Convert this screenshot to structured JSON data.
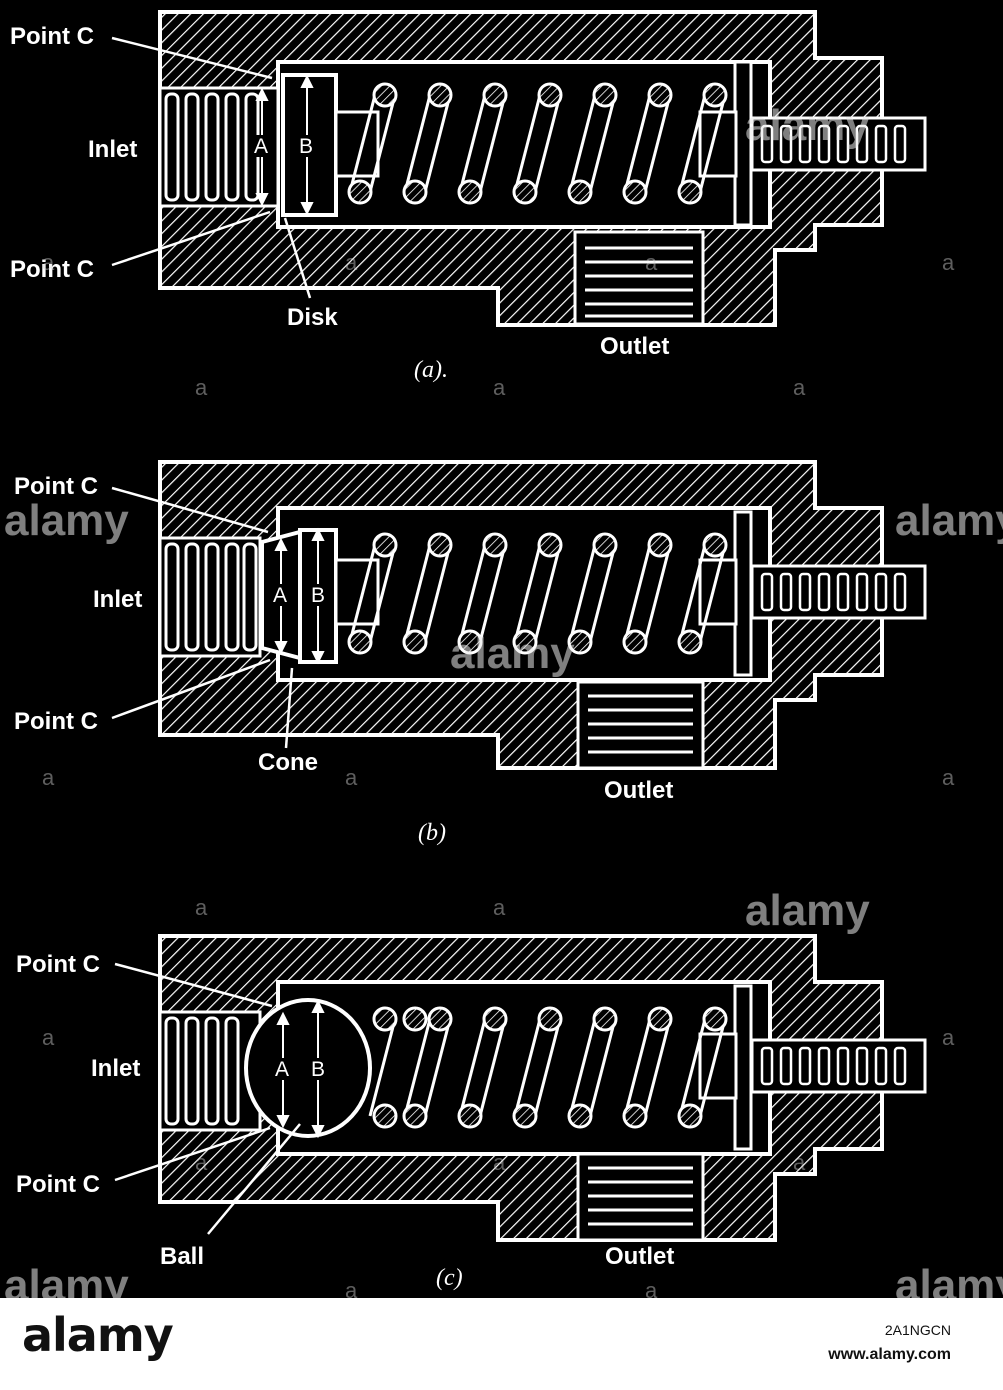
{
  "panels": [
    {
      "point_c_top": "Point C",
      "inlet": "Inlet",
      "point_c_bottom": "Point C",
      "part": "Disk",
      "outlet": "Outlet",
      "caption": "(a).",
      "a": "A",
      "b": "B"
    },
    {
      "point_c_top": "Point C",
      "inlet": "Inlet",
      "point_c_bottom": "Point C",
      "part": "Cone",
      "outlet": "Outlet",
      "caption": "(b)",
      "a": "A",
      "b": "B"
    },
    {
      "point_c_top": "Point C",
      "inlet": "Inlet",
      "point_c_bottom": "Point C",
      "part": "Ball",
      "outlet": "Outlet",
      "caption": "(c)",
      "a": "A",
      "b": "B"
    }
  ],
  "watermark": {
    "text": "alamy",
    "letter": "a"
  },
  "footer": {
    "logo": "alamy",
    "image_code": "2A1NGCN",
    "site": "www.alamy.com"
  }
}
